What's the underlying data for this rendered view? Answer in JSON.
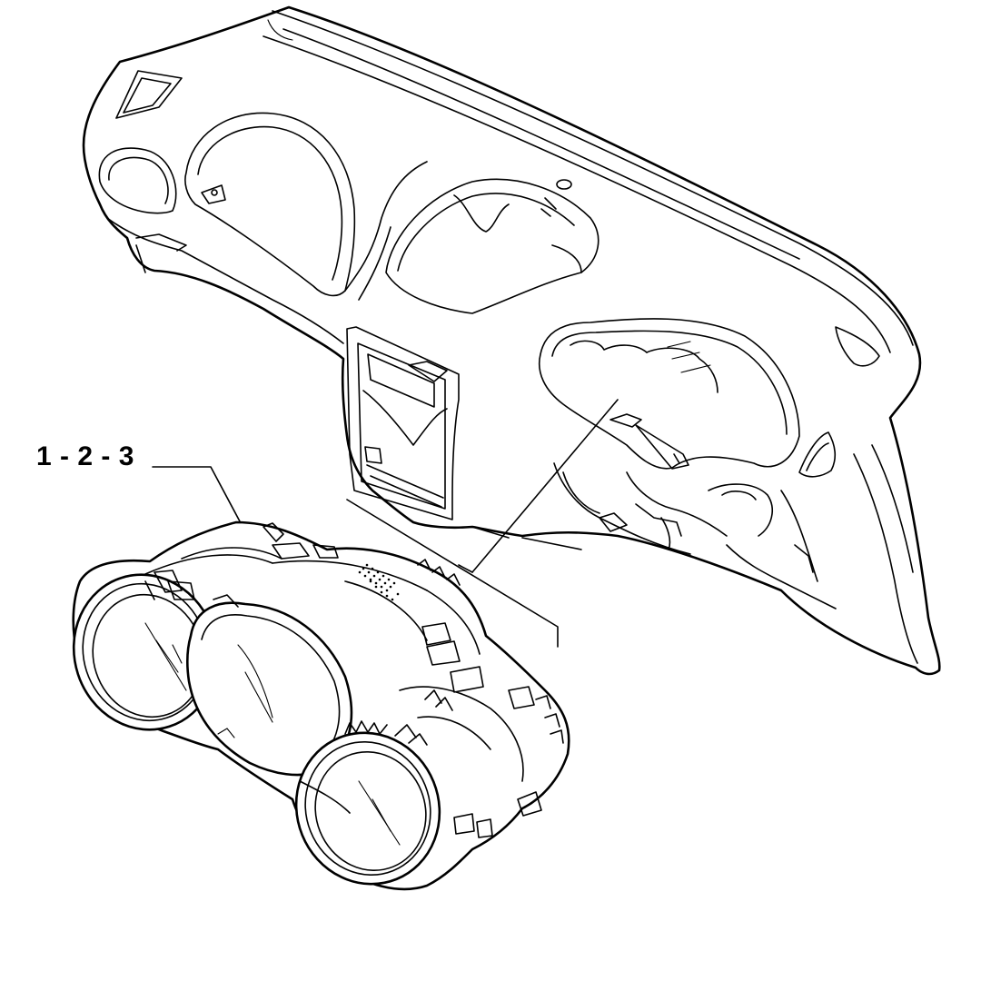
{
  "callout": {
    "label": "1 - 2 - 3"
  },
  "colors": {
    "line": "#000000",
    "background": "#ffffff"
  },
  "parts": {
    "dashboard": "dashboard-panel",
    "cluster": "instrument-cluster"
  }
}
